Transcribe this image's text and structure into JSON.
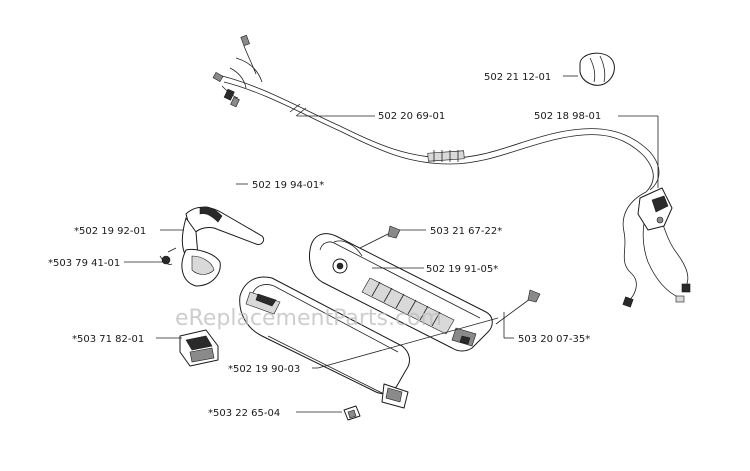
{
  "watermark": "eReplacementParts.com",
  "parts": {
    "p1": "502 21 12-01",
    "p2": "502 20 69-01",
    "p3": "502 18 98-01",
    "p4": "502 19 94-01*",
    "p5": "*502 19 92-01",
    "p6": "503 21 67-22*",
    "p7": "*503 79 41-01",
    "p8": "502 19 91-05*",
    "p9": "503 20 07-35*",
    "p10": "*503 71 82-01",
    "p11": "*502 19 90-03",
    "p12": "*503 22 65-04"
  }
}
